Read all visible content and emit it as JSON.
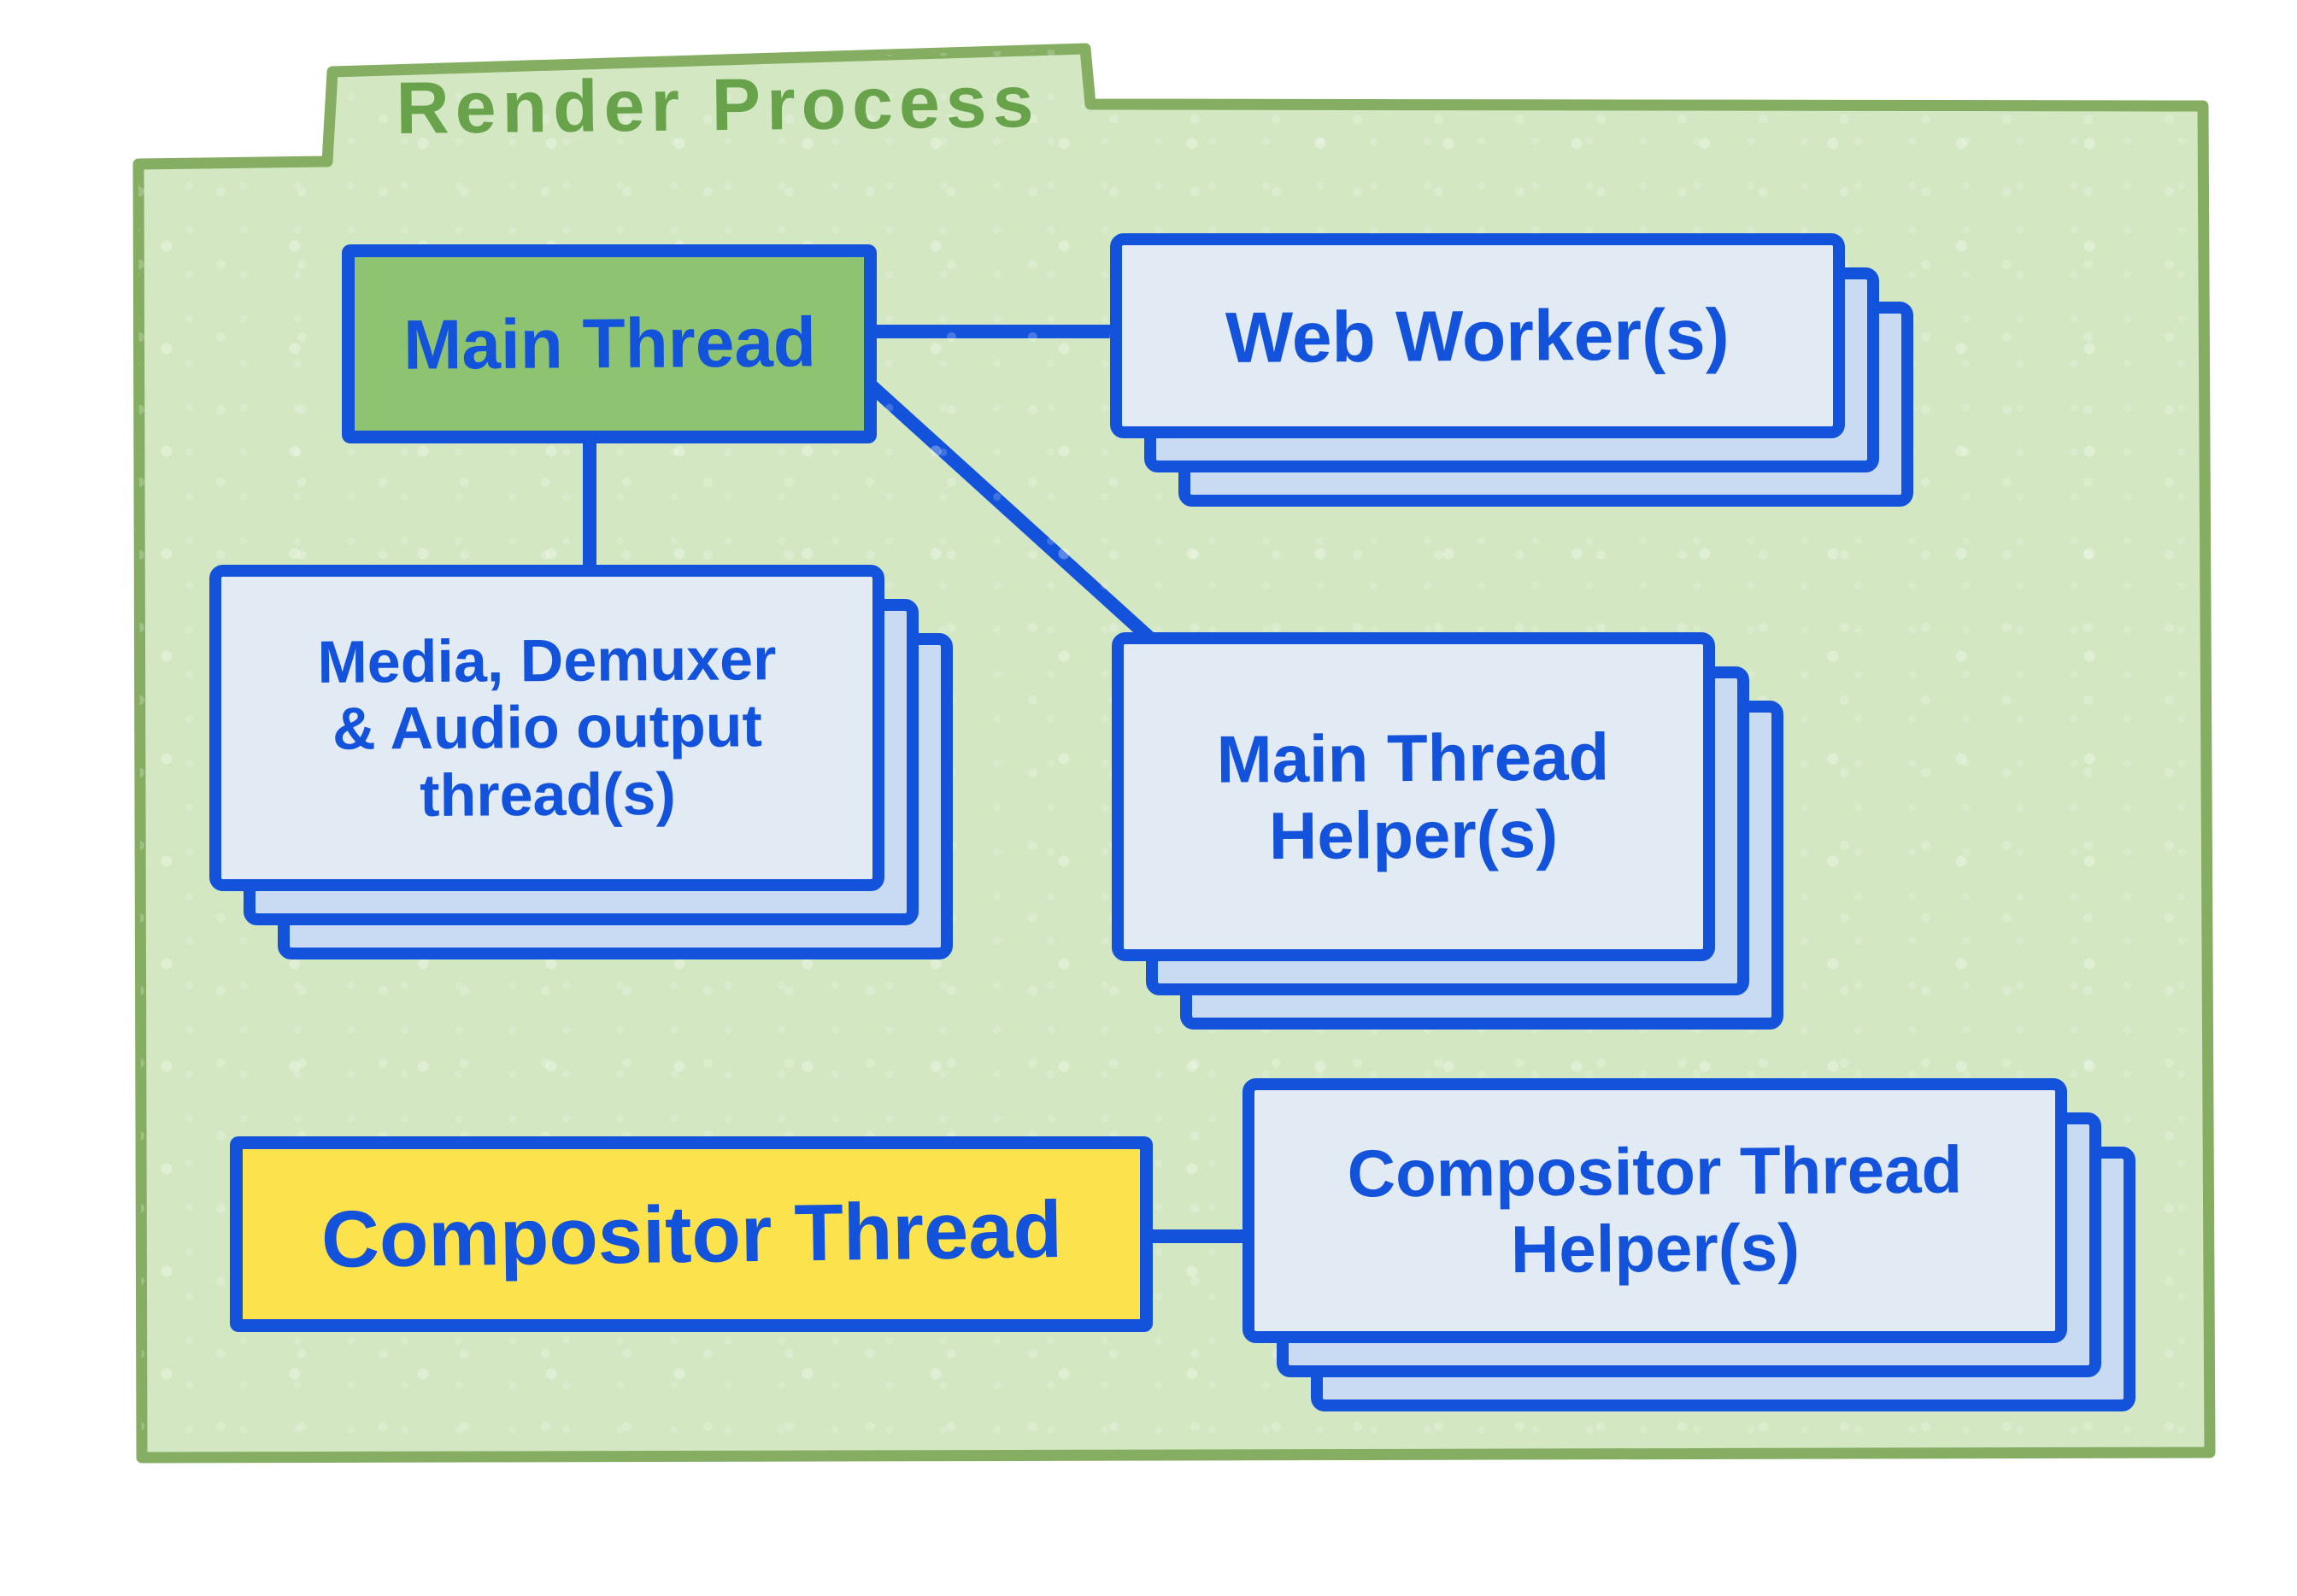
{
  "palette": {
    "blue": "#1353dc",
    "folder_fill": "#d2e7c2",
    "folder_border": "#85ae63",
    "title_green": "#68a24a",
    "main_thread_fill": "#8dc371",
    "card_front_fill": "#e2eaf4",
    "card_back_fill": "#c9dbf2",
    "compositor_fill": "#fce24d",
    "background": "#ffffff"
  },
  "diagram": {
    "title": "Render Process",
    "nodes": {
      "main_thread": {
        "lines": [
          "Main Thread"
        ],
        "style": "green-solid",
        "stacked": false
      },
      "web_workers": {
        "lines": [
          "Web Worker(s)"
        ],
        "style": "card",
        "stacked": true
      },
      "media": {
        "lines": [
          "Media, Demuxer",
          "& Audio output",
          "thread(s)"
        ],
        "style": "card",
        "stacked": true
      },
      "mt_helpers": {
        "lines": [
          "Main Thread",
          "Helper(s)"
        ],
        "style": "card",
        "stacked": true
      },
      "compositor": {
        "lines": [
          "Compositor Thread"
        ],
        "style": "yellow-solid",
        "stacked": false
      },
      "ct_helpers": {
        "lines": [
          "Compositor Thread",
          "Helper(s)"
        ],
        "style": "card",
        "stacked": true
      }
    },
    "edges": [
      {
        "from": "main_thread",
        "to": "web_workers"
      },
      {
        "from": "main_thread",
        "to": "mt_helpers"
      },
      {
        "from": "main_thread",
        "to": "media"
      },
      {
        "from": "compositor",
        "to": "ct_helpers"
      }
    ]
  }
}
